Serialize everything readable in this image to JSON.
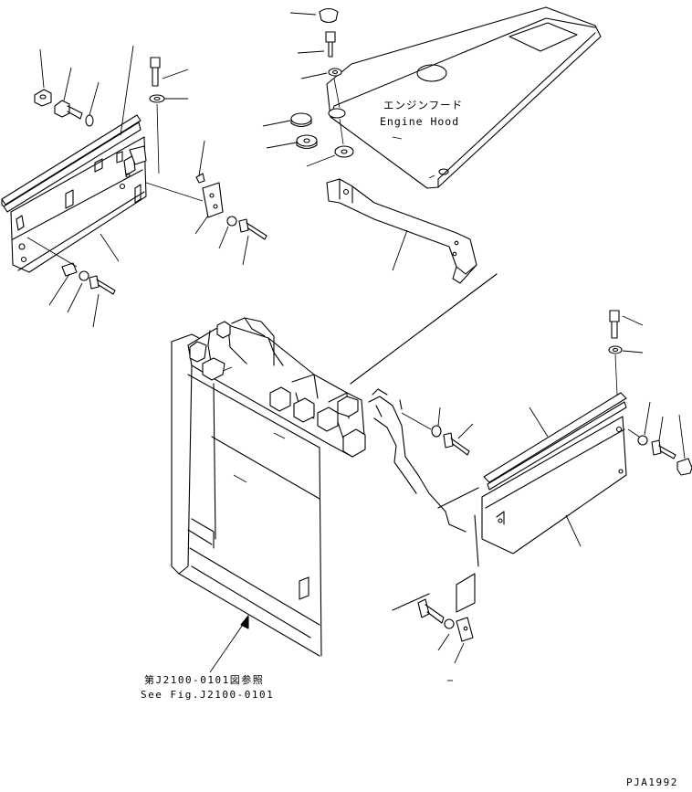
{
  "labels": {
    "engine_hood_jp": "エンジンフード",
    "engine_hood_en": "Engine Hood",
    "reference_jp": "第J2100-0101図参照",
    "reference_en": "See Fig.J2100-0101",
    "figure_id": "PJA1992"
  }
}
